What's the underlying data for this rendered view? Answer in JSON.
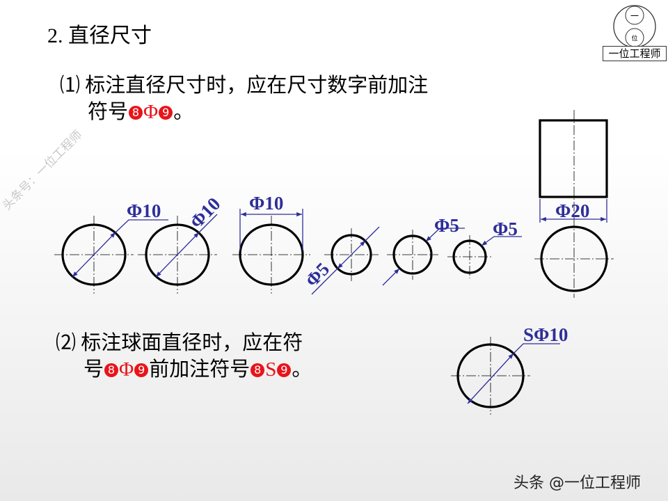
{
  "title": "2. 直径尺寸",
  "section1": {
    "line1": "⑴ 标注直径尺寸时，应在尺寸数字前加注",
    "line2_prefix": "符号",
    "symbol": "Φ",
    "line2_suffix": "。"
  },
  "section2": {
    "line1": "⑵ 标注球面直径时，应在符",
    "line2_prefix": "号",
    "symbol1": "Φ",
    "line2_mid": "前加注符号",
    "symbol2": "S",
    "line2_suffix": "。"
  },
  "badges": {
    "open": "8",
    "close": "9"
  },
  "dimensions": [
    "Φ10",
    "Φ10",
    "Φ10",
    "Φ5",
    "Φ5",
    "Φ5",
    "Φ20",
    "SΦ10"
  ],
  "watermark": "头条号：一位工程师",
  "logo": {
    "label": "一位工程师",
    "top_char": "一",
    "bottom_char": "位"
  },
  "credit": "头条 @一位工程师",
  "colors": {
    "dimension": "#2e2e9a",
    "badge": "#e8141a"
  }
}
